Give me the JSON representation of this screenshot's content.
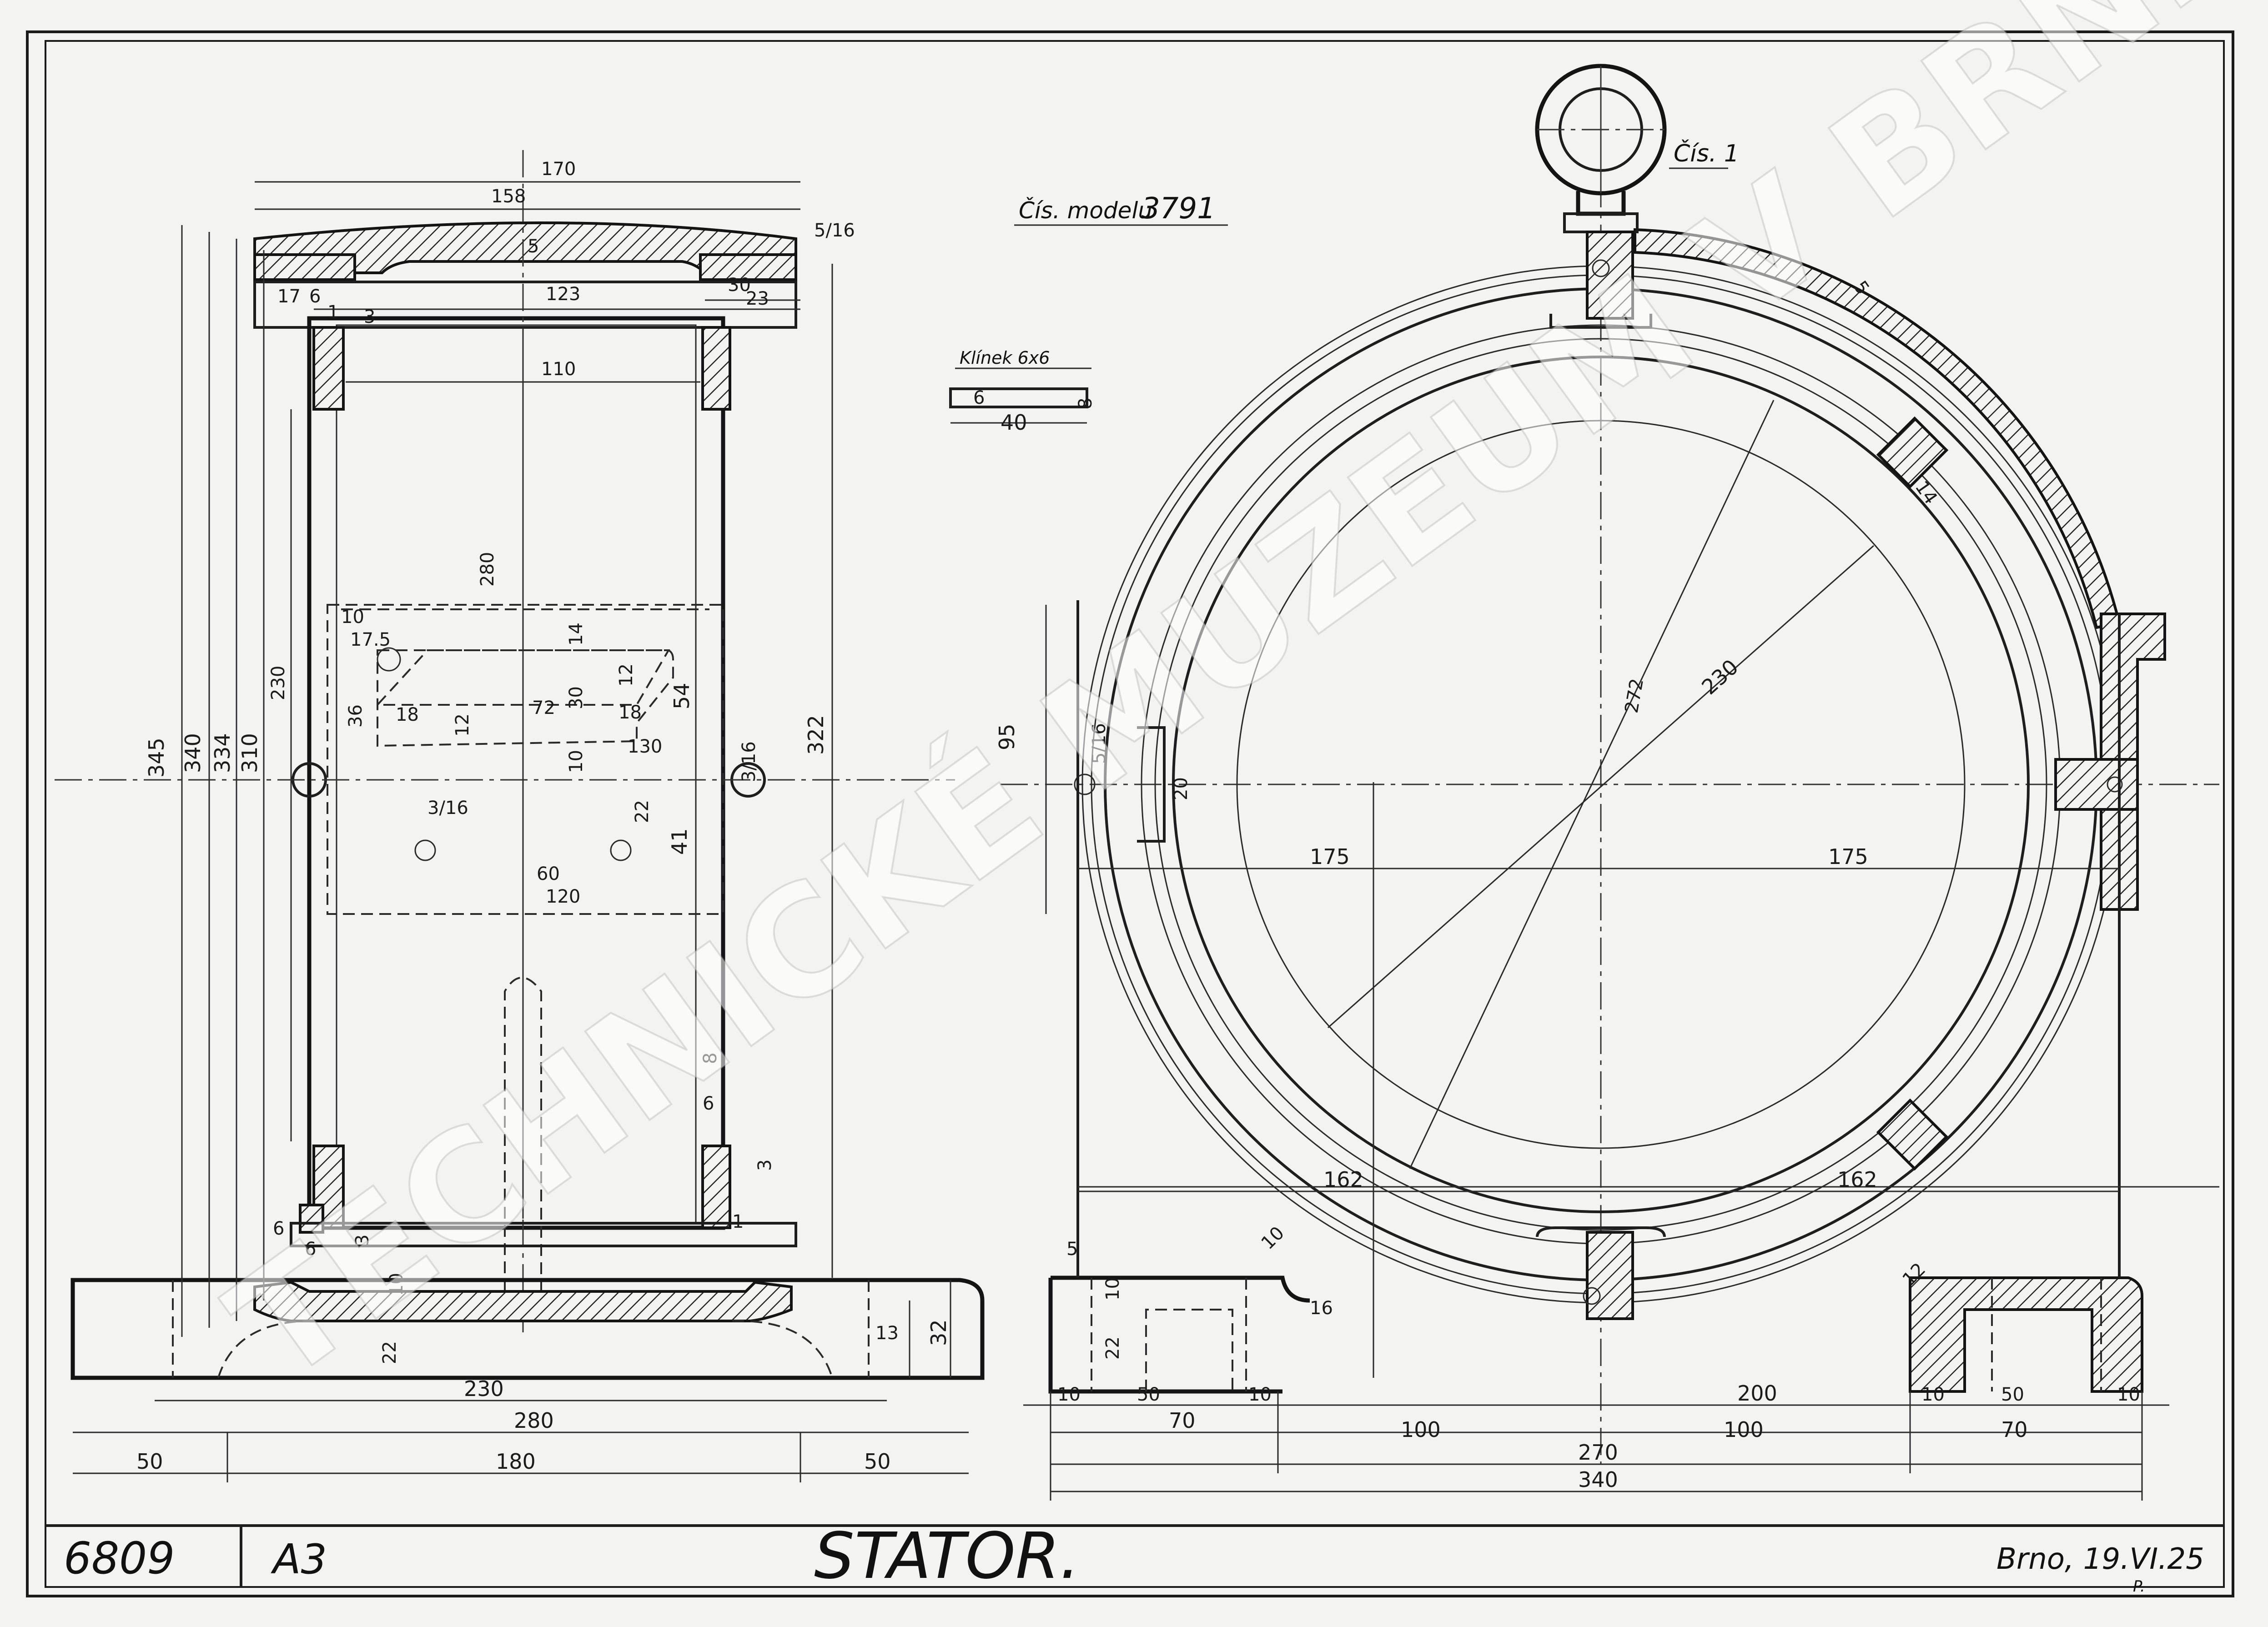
{
  "drawing": {
    "title": "STATOR.",
    "number": "6809",
    "format": "A3",
    "place_date": "Brno, 19.VI.25",
    "initials": "P.",
    "model_label": "Čís. modelu",
    "model_number": "3791",
    "part_label": "Čís. 1",
    "key_label": "Klínek 6x6",
    "watermark": "TECHNICKÉ MUZEUM V BRNĚ"
  },
  "key_dims": [
    "6",
    "40",
    "8"
  ],
  "side_view_dims": {
    "d170": "170",
    "d158": "158",
    "d123": "123",
    "d110": "110",
    "d30": "30",
    "d23": "23",
    "d17": "17",
    "d6a": "6",
    "d1": "1",
    "d3a": "3",
    "d5": "5",
    "d5_16": "5/16",
    "d345": "345",
    "d340": "340",
    "d334": "334",
    "d310": "310",
    "d280": "280",
    "d230": "230",
    "d322": "322",
    "d10": "10",
    "d17_5": "17.5",
    "d14": "14",
    "d12": "12",
    "d30b": "30",
    "d18a": "18",
    "d18b": "18",
    "d72": "72",
    "d12b": "12",
    "d54": "54",
    "d130": "130",
    "d36": "36",
    "d10b": "10",
    "d3_16a": "3/16",
    "d3_16b": "3/16",
    "d22": "22",
    "d41": "41",
    "d60": "60",
    "d120": "120",
    "d8": "8",
    "d6b": "6",
    "d3b": "3",
    "d6c": "6",
    "d6d": "6",
    "d3c": "3",
    "d1b": "1",
    "d10c": "10",
    "d22b": "22",
    "d13": "13",
    "d32": "32",
    "d230b": "230",
    "d280b": "280",
    "d50a": "50",
    "d180": "180",
    "d50b": "50"
  },
  "front_view_dims": {
    "d5": "5",
    "d14": "14",
    "d272": "272",
    "d230": "230",
    "d95": "95",
    "d5_16": "5/16",
    "d20": "20",
    "d175a": "175",
    "d175b": "175",
    "d162a": "162",
    "d162b": "162",
    "d5b": "5",
    "d10r": "10",
    "d16": "16",
    "d12": "12",
    "d10v": "10",
    "d22": "22",
    "d10a": "10",
    "d50a": "50",
    "d10b": "10",
    "d200": "200",
    "d10c": "10",
    "d50b": "50",
    "d10d": "10",
    "d70a": "70",
    "d100a": "100",
    "d100b": "100",
    "d70b": "70",
    "d270": "270",
    "d340": "340"
  }
}
